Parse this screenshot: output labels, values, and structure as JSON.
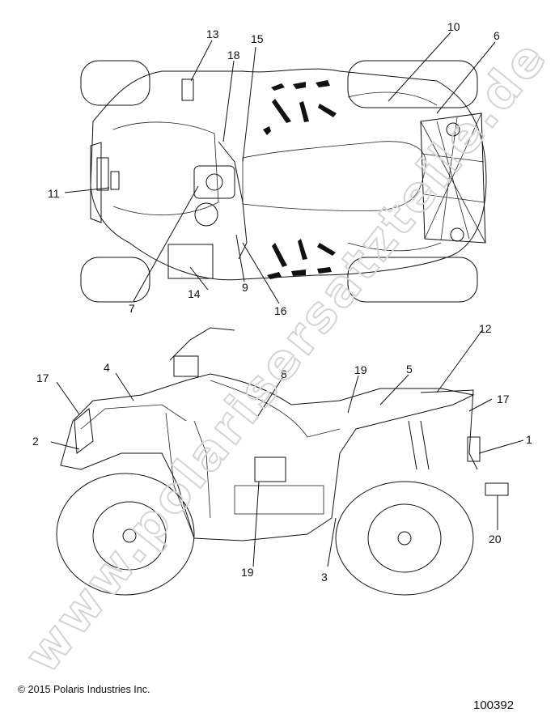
{
  "callouts_top": [
    "13",
    "15",
    "18",
    "10",
    "6",
    "11",
    "7",
    "14",
    "9",
    "16"
  ],
  "callouts_side": [
    "12",
    "17",
    "4",
    "8",
    "19",
    "5",
    "17",
    "2",
    "1",
    "20",
    "19",
    "3"
  ],
  "copyright": "© 2015 Polaris Industries Inc.",
  "diagram_id": "100392",
  "watermark": "www.polarisersatzteile.de"
}
